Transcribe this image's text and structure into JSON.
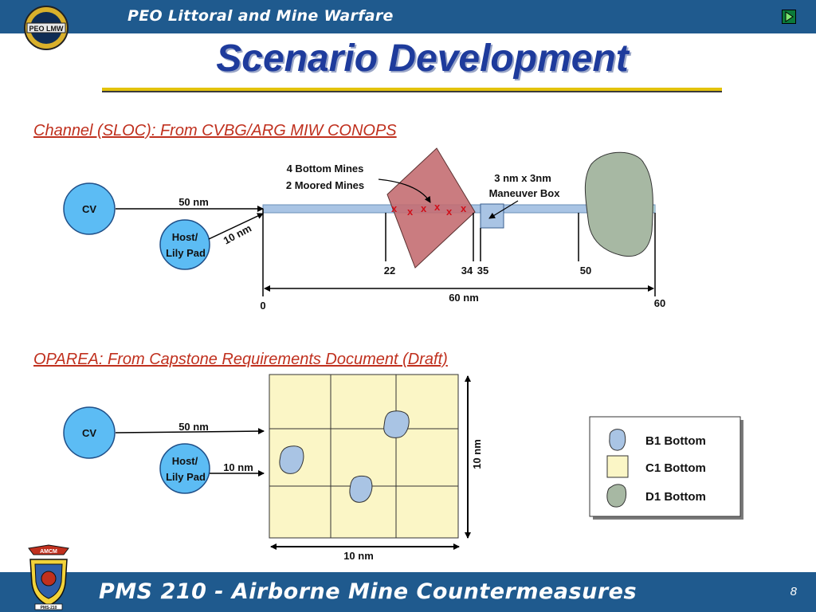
{
  "header": {
    "org_title": "PEO Littoral and Mine Warfare",
    "logo_text": "PEO LMW"
  },
  "slide": {
    "title": "Scenario Development",
    "page_number": "8"
  },
  "channel": {
    "title": "Channel (SLOC): From CVBG/ARG MIW CONOPS",
    "cv_label": "CV",
    "host_label_line1": "Host/",
    "host_label_line2": "Lily Pad",
    "cv_distance": "50 nm",
    "host_distance": "10 nm",
    "mines_line1": "4 Bottom Mines",
    "mines_line2": "2 Moored Mines",
    "box_line1": "3 nm x 3nm",
    "box_line2": "Maneuver Box",
    "mine_marks": [
      "x",
      "x",
      "x",
      "x",
      "x",
      "x"
    ],
    "ticks": [
      "22",
      "34",
      "35",
      "50"
    ],
    "total_distance": "60 nm",
    "start": "0",
    "end": "60"
  },
  "oparea": {
    "title": "OPAREA: From Capstone Requirements Document (Draft)",
    "cv_label": "CV",
    "host_label_line1": "Host/",
    "host_label_line2": "Lily Pad",
    "cv_distance": "50 nm",
    "host_distance": "10 nm",
    "width_label": "10 nm",
    "height_label": "10 nm"
  },
  "legend": {
    "items": [
      {
        "label": "B1 Bottom",
        "color": "#a9c4e4"
      },
      {
        "label": "C1 Bottom",
        "color": "#fbf6c6"
      },
      {
        "label": "D1 Bottom",
        "color": "#a7b8a3"
      }
    ]
  },
  "footer": {
    "title": "PMS 210 - Airborne Mine Countermeasures",
    "badge_top": "AMCM",
    "badge_bottom": "PMS-210"
  },
  "colors": {
    "bar_blue": "#1f5a8e",
    "title_blue": "#1e3b9c",
    "section_red": "#c0301e",
    "rule_gold": "#e3c20b",
    "node_blue": "#5cbcf4",
    "mine_field": "#c46e72",
    "oparea_fill": "#fbf6c6"
  }
}
